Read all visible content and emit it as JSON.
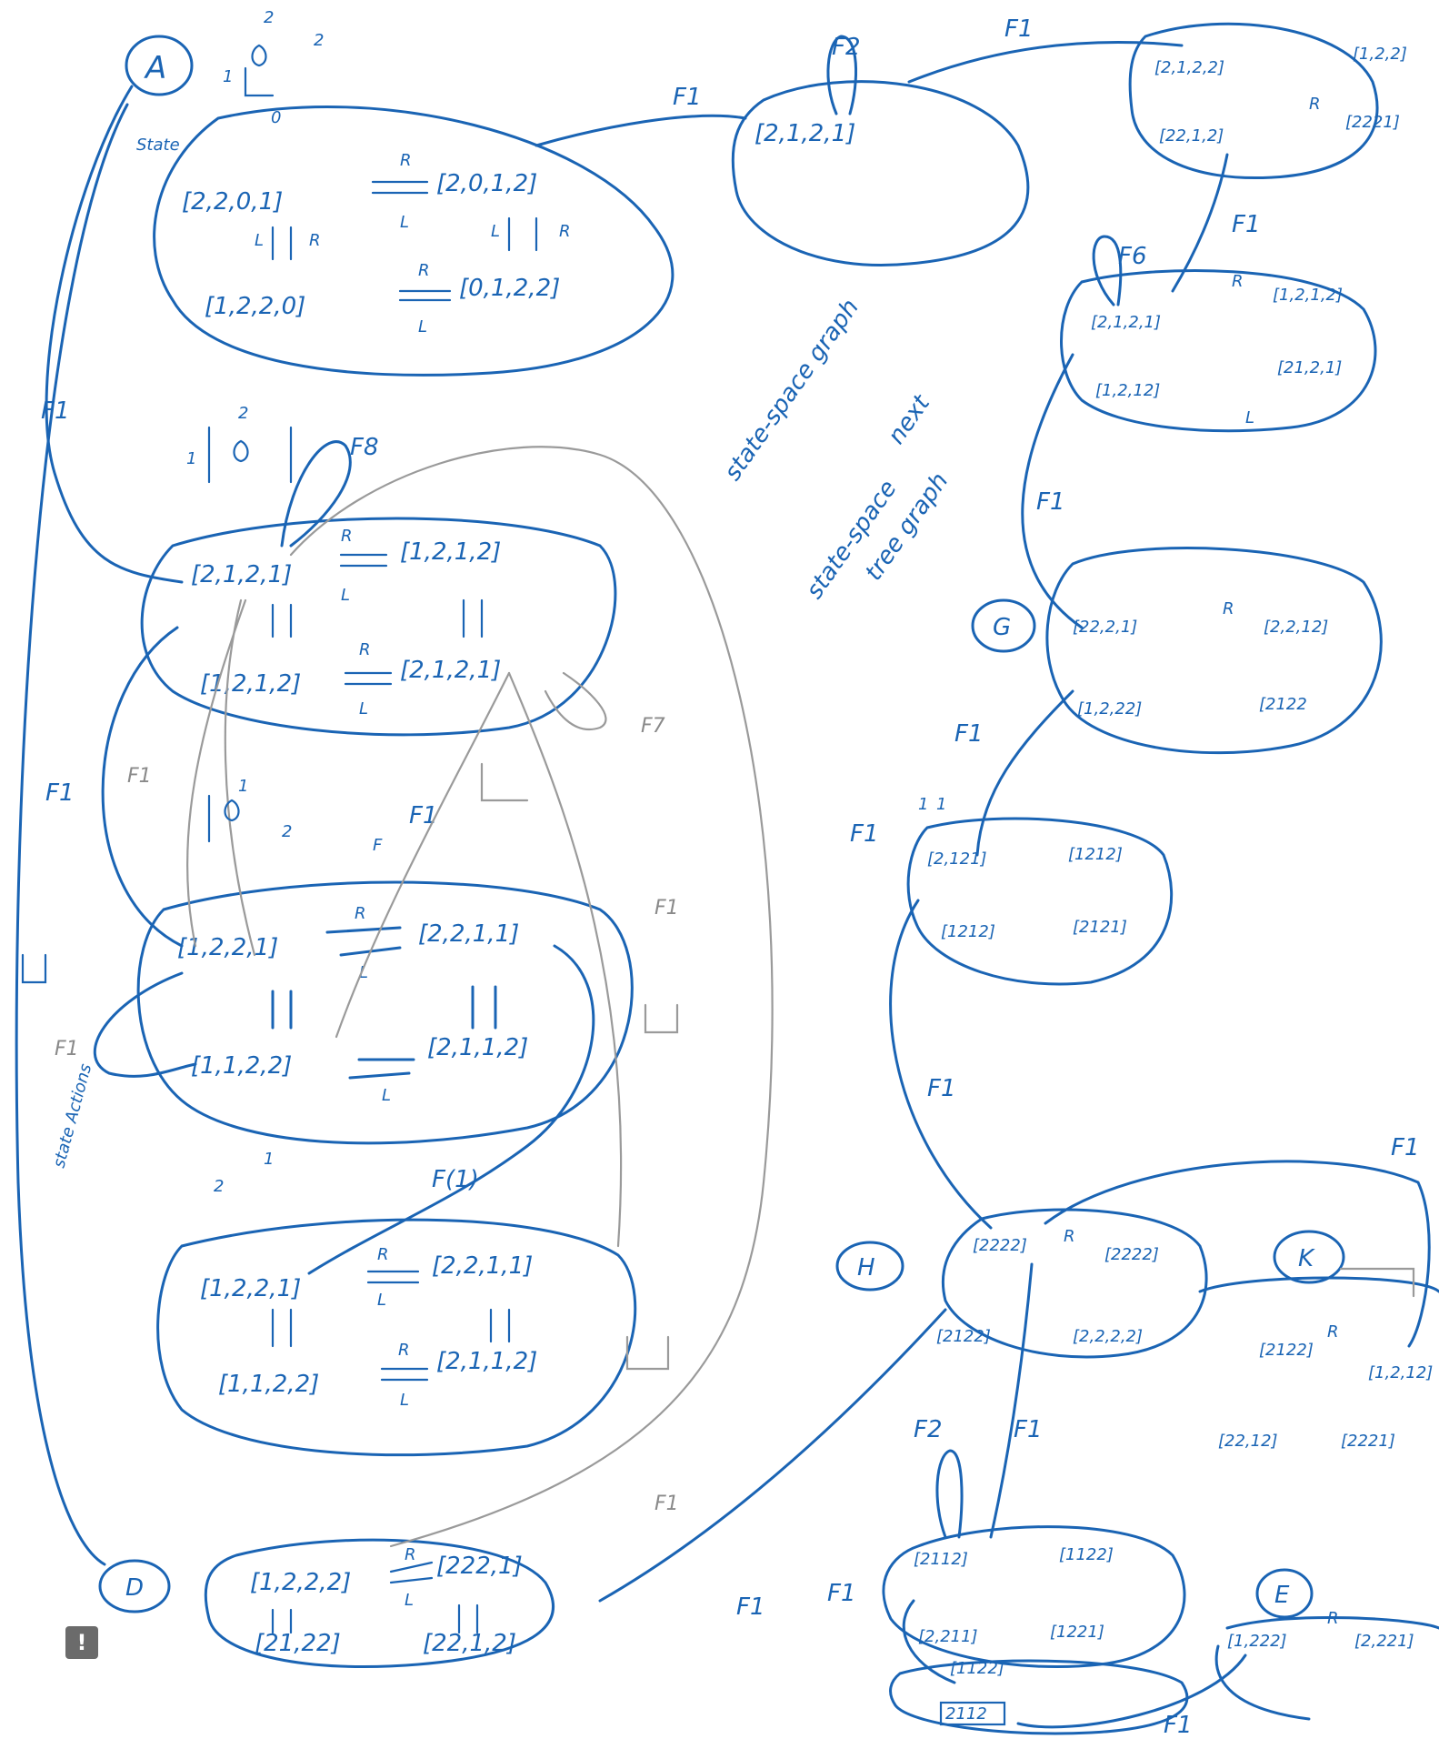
{
  "circle_labels": {
    "A": "A",
    "D": "D",
    "G": "G",
    "H": "H",
    "K": "K",
    "E": "E"
  },
  "edge_labels": {
    "state": "State",
    "f1": "F1",
    "f1_paren": "F(1)",
    "f2": "F2",
    "f6": "F6",
    "f7": "F7",
    "f8": "F8",
    "f_small": "F",
    "r": "R",
    "l": "L"
  },
  "notes": {
    "state_space_graph": "state-space graph",
    "next": "next",
    "state_space_tree": "state-space",
    "tree_graph": "tree graph",
    "state_actions": "state Actions"
  },
  "boxes": {
    "A": [
      "[2,2,0,1]",
      "[2,0,1,2]",
      "[1,2,2,0]",
      "[0,1,2,2]"
    ],
    "B": [
      "[2,1,2,1]",
      "[1,2,1,2]",
      "[1,2,1,2]",
      "[2,1,2,1]"
    ],
    "C": [
      "[1,2,2,1]",
      "[2,2,1,1]",
      "[1,1,2,2]",
      "[2,1,1,2]"
    ],
    "Cb": [
      "[1,2,2,1]",
      "[2,2,1,1]",
      "[1,1,2,2]",
      "[2,1,1,2]"
    ],
    "D": [
      "[1,2,2,2]",
      "[222,1]",
      "[21,22]",
      "[22,1,2]"
    ],
    "T1": [
      "[2,1,2,1]"
    ],
    "T2": [
      "[2,1,2,2]",
      "[22,1,2]",
      "[2221]",
      "[1,2,2]"
    ],
    "T3": [
      "[2,1,2,1]",
      "[1,2,1,2]",
      "[1,2,12]",
      "[21,2,1]"
    ],
    "G": [
      "[22,2,1]",
      "[2,2,12]",
      "[1,2,22]",
      "[2122"
    ],
    "M": [
      "[2,121]",
      "[1212]",
      "[1212]",
      "[2121]"
    ],
    "H": [
      "[2222]",
      "[2222]",
      "[2122]",
      "[2,2,2,2]"
    ],
    "K": [
      "[2122]",
      "[1,2,12]",
      "[22,12]",
      "[2221]"
    ],
    "N": [
      "[2112]",
      "[1122]",
      "[2,211]",
      "[1221]"
    ],
    "P": [
      "[1122]",
      "2112"
    ],
    "E": [
      "[1,222]",
      "[2,221]"
    ]
  },
  "small_numbers": [
    "2",
    "2",
    "1",
    "0",
    "1",
    "2",
    "1",
    "2",
    "1",
    "2",
    "1",
    "1"
  ]
}
